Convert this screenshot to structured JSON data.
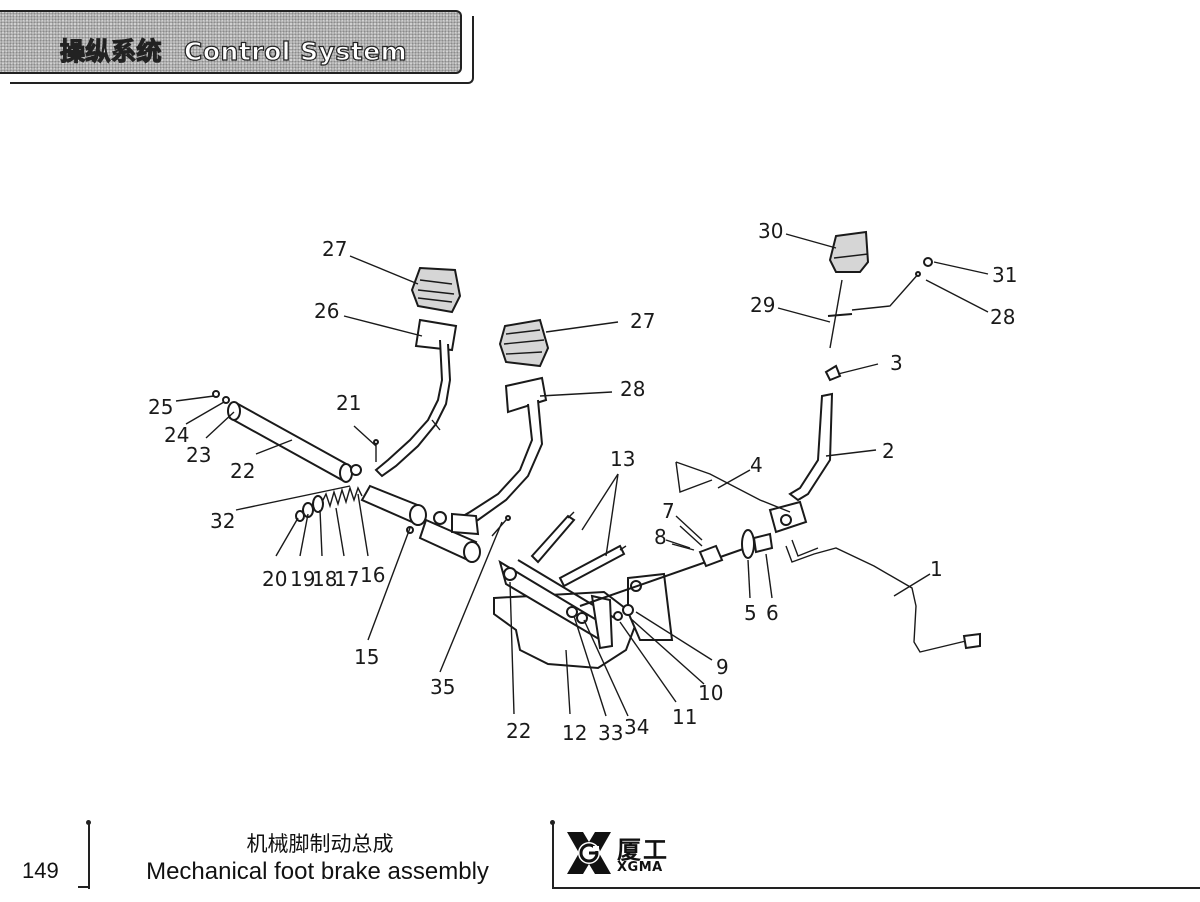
{
  "header": {
    "title_cn": "操纵系统",
    "title_en": "Control System"
  },
  "diagram": {
    "callouts": [
      "30",
      "31",
      "28",
      "29",
      "3",
      "2",
      "27",
      "28",
      "27",
      "26",
      "25",
      "24",
      "23",
      "22",
      "21",
      "32",
      "20",
      "19",
      "18",
      "17",
      "16",
      "15",
      "35",
      "13",
      "4",
      "7",
      "8",
      "1",
      "5",
      "6",
      "9",
      "10",
      "11",
      "34",
      "33",
      "12",
      "22"
    ]
  },
  "footer": {
    "page_number": "149",
    "caption_cn": "机械脚制动总成",
    "caption_en": "Mechanical foot brake assembly",
    "brand_cn": "厦工",
    "brand_en": "XGMA"
  }
}
